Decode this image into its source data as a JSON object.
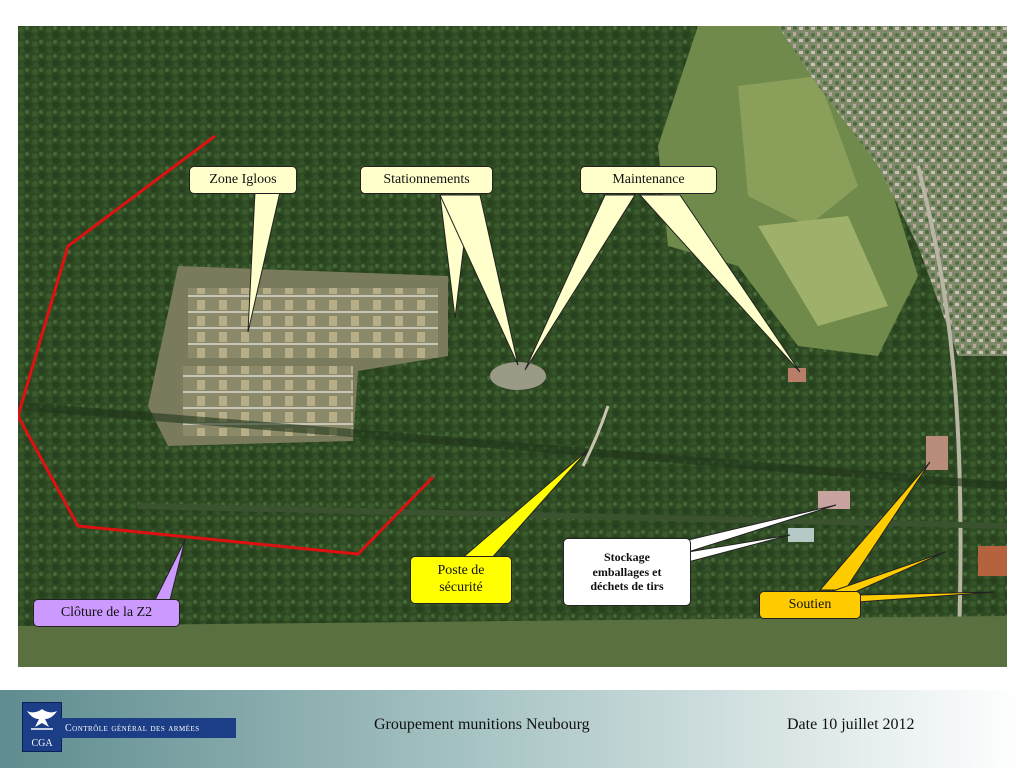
{
  "map": {
    "labels": {
      "zone_igloos": "Zone Igloos",
      "stationnements": "Stationnements",
      "maintenance": "Maintenance",
      "cloture": "Clôture de la Z2",
      "poste_line1": "Poste de",
      "poste_line2": "sécurité",
      "stockage_line1": "Stockage",
      "stockage_line2": "emballages et",
      "stockage_line3": "déchets de tirs",
      "soutien": "Soutien"
    },
    "colors": {
      "fence": "#dd1111",
      "callout_pale": "#ffffcc",
      "callout_violet": "#cc99ff",
      "callout_yellow": "#ffff00",
      "callout_orange": "#ffcc00"
    }
  },
  "footer": {
    "logo_name": "Contrôle général des armées",
    "logo_abbr": "CGA",
    "title": "Groupement munitions Neubourg",
    "date": "Date 10 juillet 2012"
  }
}
